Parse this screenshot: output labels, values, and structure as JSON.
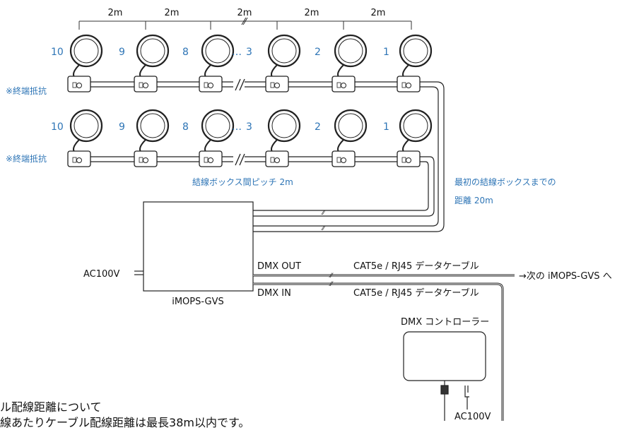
{
  "spacing": {
    "labels": [
      "2m",
      "2m",
      "2m",
      "2m",
      "2m"
    ],
    "break_mark": "⁄⁄"
  },
  "rows": [
    {
      "numbers": [
        "10",
        "9",
        "8",
        "…",
        "3",
        "2",
        "1"
      ],
      "terminator": "※終端抵抗"
    },
    {
      "numbers": [
        "10",
        "9",
        "8",
        "…",
        "3",
        "2",
        "1"
      ],
      "terminator": "※終端抵抗"
    }
  ],
  "pitch_label": "結線ボックス間ピッチ 2m",
  "first_box_distance": {
    "line1": "最初の結線ボックスまでの",
    "line2": "距離 20m"
  },
  "controller_unit": {
    "name": "iMOPS-GVS",
    "power_label": "AC100V",
    "dmx_out": "DMX OUT",
    "dmx_in": "DMX IN"
  },
  "cables": {
    "out_label": "CAT5e / RJ45 データケーブル",
    "in_label": "CAT5e / RJ45 データケーブル",
    "next_label": "→次の iMOPS-GVS へ"
  },
  "dmx_controller": {
    "title": "DMX コントローラー",
    "power_label": "AC100V"
  },
  "notes": {
    "line1": "ル配線距離について",
    "line2": "線あたりケーブル配線距離は最長38m以内です。"
  },
  "colors": {
    "line": "#222222",
    "accent": "#2e75b6"
  }
}
